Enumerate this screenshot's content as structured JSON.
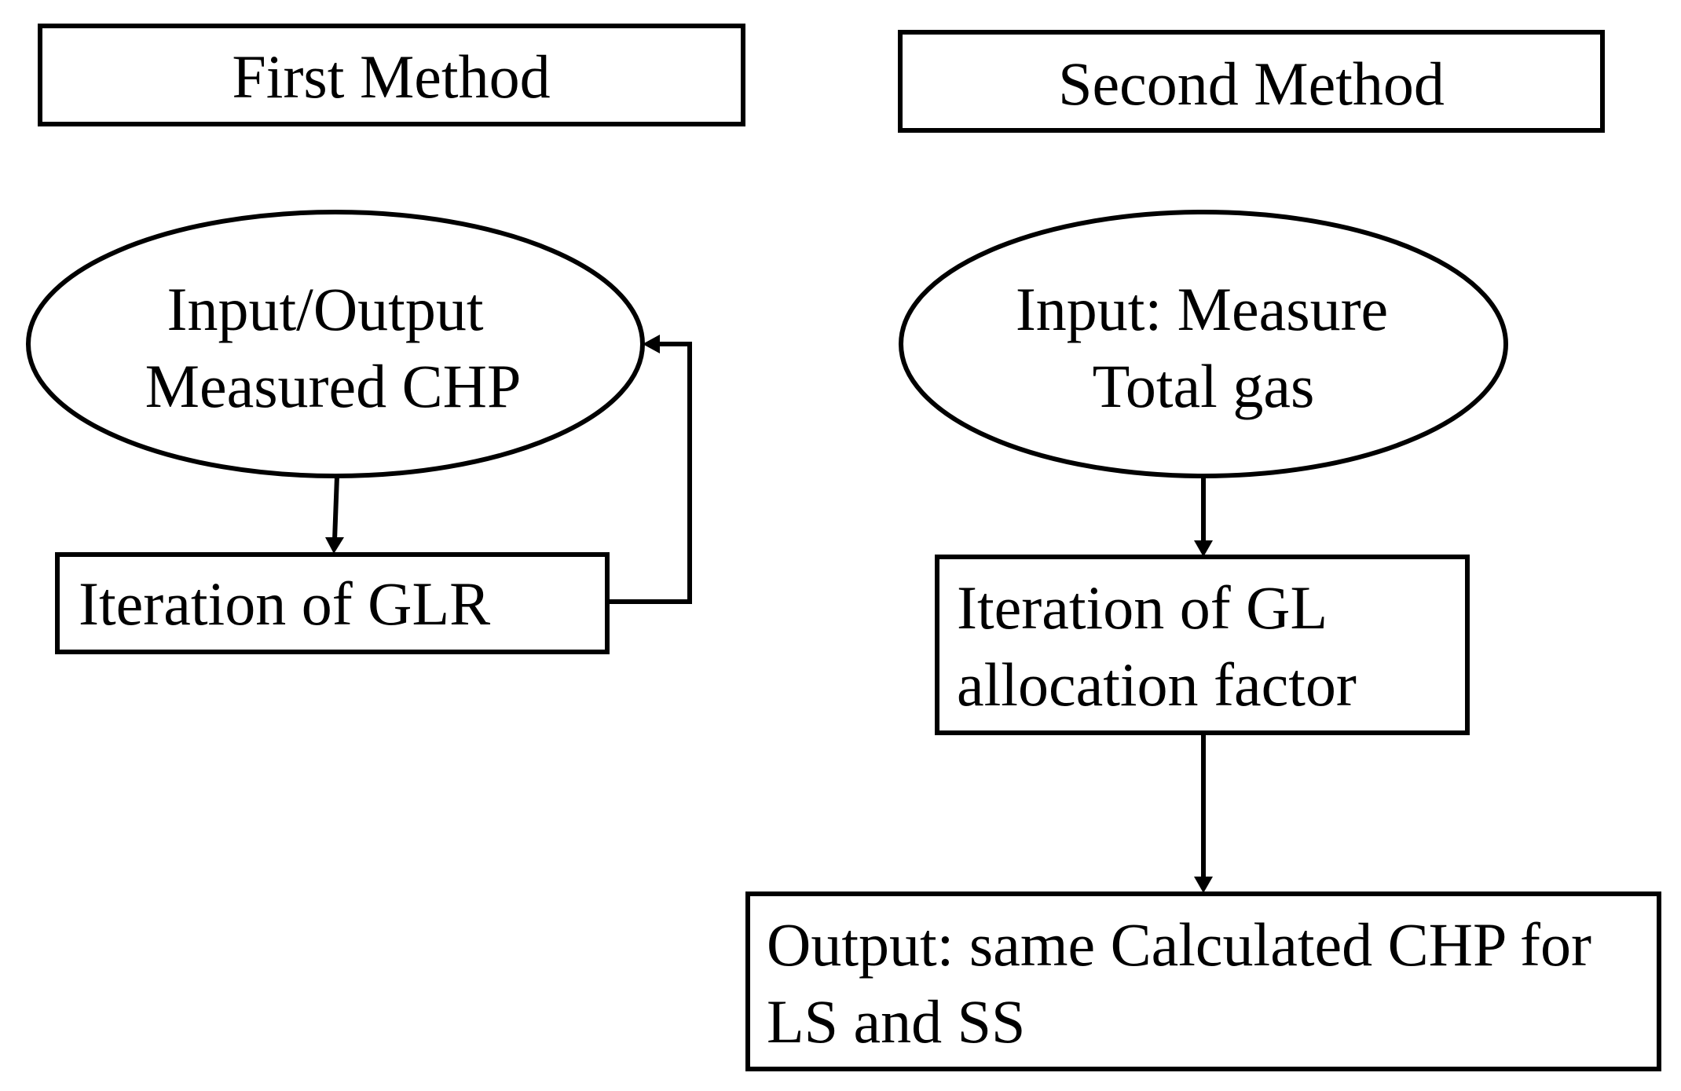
{
  "first_method": {
    "title": "First Method",
    "input_node": {
      "line1": "Input/Output",
      "line2": "Measured CHP"
    },
    "iteration_node": {
      "line1": "Iteration of GLR"
    }
  },
  "second_method": {
    "title": "Second Method",
    "input_node": {
      "line1": "Input: Measure",
      "line2": "Total gas"
    },
    "iteration_node": {
      "line1": "Iteration of GL",
      "line2": "allocation factor"
    },
    "output_node": {
      "line1": "Output: same Calculated CHP for",
      "line2": "LS and SS"
    }
  }
}
